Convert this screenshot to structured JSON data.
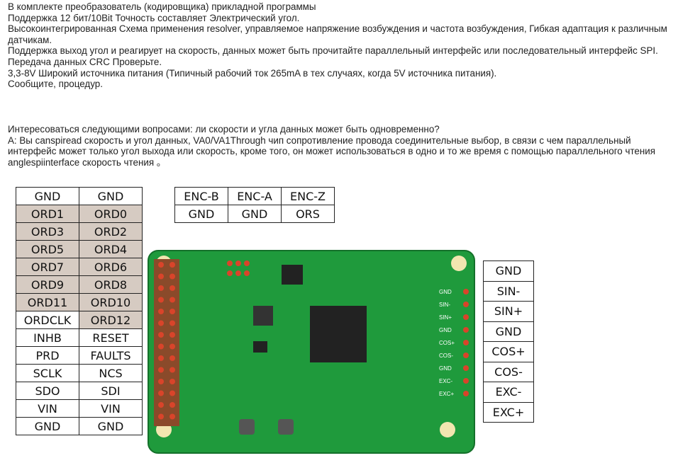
{
  "description": {
    "lines": [
      "В комплекте преобразователь (кодировщика) прикладной программы",
      "Поддержка 12 бит/10Bit Точность составляет Электрический угол.",
      "Высокоинтегрированная Схема применения resolver, управляемое напряжение возбуждения и частота возбуждения, Гибкая адаптация к различным датчикам.",
      "Поддержка выход угол и реагирует на скорость, данных может быть прочитайте параллельный интерфейс или последовательный интерфейс SPI.",
      "Передача данных CRC Проверьте.",
      "3,3-8V Широкий источника питания (Типичный рабочий ток 265mA в тех случаях, когда 5V источника питания).",
      "Сообщите, процедур."
    ]
  },
  "faq": {
    "question": "Интересоваться следующими вопросами: ли скорости и угла данных может быть одновременно?",
    "answer": "A: Вы canspiread скорость и угол данных, VA0/VA1Through чип сопротивление провода соединительные выбор, в связи с чем параллельный интерфейс может только угол выхода или скорость, кроме того, он может использоваться в одно и то же время с помощью параллельного чтения anglespiinterface скорость чтения 。"
  },
  "left_pins": [
    [
      "GND",
      "GND"
    ],
    [
      "ORD1",
      "ORD0"
    ],
    [
      "ORD3",
      "ORD2"
    ],
    [
      "ORD5",
      "ORD4"
    ],
    [
      "ORD7",
      "ORD6"
    ],
    [
      "ORD9",
      "ORD8"
    ],
    [
      "ORD11",
      "ORD10"
    ],
    [
      "ORDCLK",
      "ORD12"
    ],
    [
      "INHB",
      "RESET"
    ],
    [
      "PRD",
      "FAULTS"
    ],
    [
      "SCLK",
      "NCS"
    ],
    [
      "SDO",
      "SDI"
    ],
    [
      "VIN",
      "VIN"
    ],
    [
      "GND",
      "GND"
    ]
  ],
  "top_pins": [
    [
      "ENC-B",
      "ENC-A",
      "ENC-Z"
    ],
    [
      "GND",
      "GND",
      "ORS"
    ]
  ],
  "right_pins": [
    "GND",
    "SIN-",
    "SIN+",
    "GND",
    "COS+",
    "COS-",
    "EXC-",
    "EXC+"
  ],
  "pcb_silk": [
    "GND",
    "SIN-",
    "SIN+",
    "GND",
    "COS+",
    "COS-",
    "GND",
    "EXC-",
    "EXC+"
  ],
  "colors": {
    "shade": "#d6cbc2",
    "pcb": "#1f9a3c",
    "pad": "#d9442a"
  }
}
